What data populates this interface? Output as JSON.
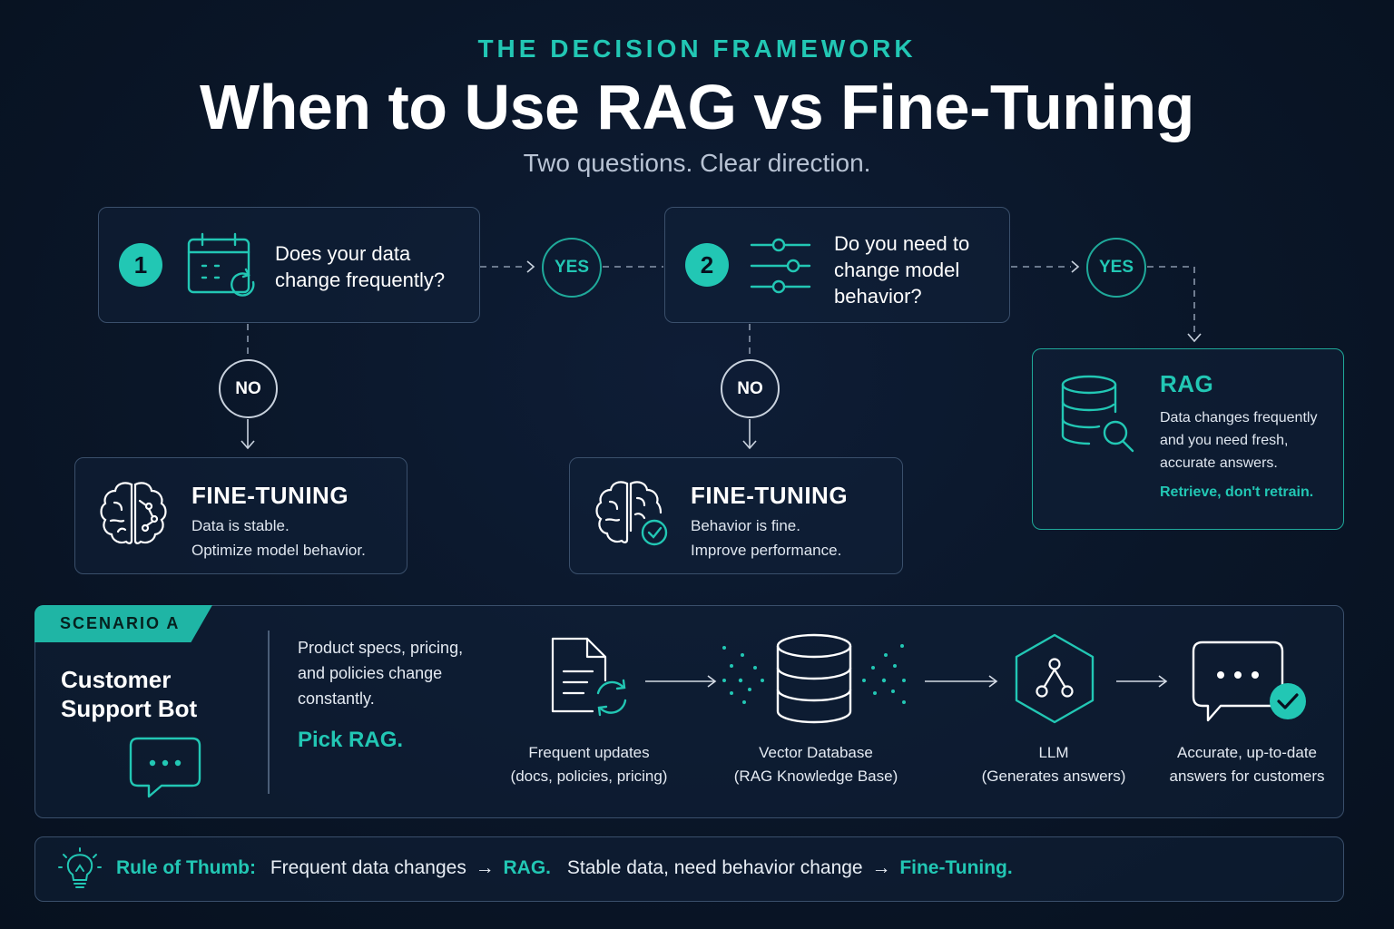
{
  "header": {
    "eyebrow": "THE DECISION FRAMEWORK",
    "title": "When to Use RAG vs Fine-Tuning",
    "subtitle": "Two questions. Clear direction."
  },
  "questions": [
    {
      "number": "1",
      "text_line1": "Does your data",
      "text_line2": "change frequently?",
      "icon": "calendar-refresh-icon"
    },
    {
      "number": "2",
      "text_line1": "Do you need to",
      "text_line2": "change model",
      "text_line3": "behavior?",
      "icon": "sliders-icon"
    }
  ],
  "connectors": {
    "yes": "YES",
    "no": "NO"
  },
  "results": {
    "fine_tuning_1": {
      "title": "FINE-TUNING",
      "line1": "Data is stable.",
      "line2": "Optimize model behavior.",
      "icon": "brain-icon"
    },
    "fine_tuning_2": {
      "title": "FINE-TUNING",
      "line1": "Behavior is fine.",
      "line2": "Improve performance.",
      "icon": "brain-check-icon"
    },
    "rag": {
      "title": "RAG",
      "line1": "Data changes frequently",
      "line2": "and you need fresh,",
      "line3": "accurate answers.",
      "tagline": "Retrieve, don't retrain.",
      "icon": "database-search-icon"
    }
  },
  "scenario": {
    "tag": "SCENARIO A",
    "title_line1": "Customer",
    "title_line2": "Support Bot",
    "desc_line1": "Product specs, pricing,",
    "desc_line2": "and policies change",
    "desc_line3": "constantly.",
    "pick": "Pick RAG.",
    "flow": [
      {
        "line1": "Frequent updates",
        "line2": "(docs, policies, pricing)",
        "icon": "document-refresh-icon"
      },
      {
        "line1": "Vector Database",
        "line2": "(RAG Knowledge Base)",
        "icon": "database-icon"
      },
      {
        "line1": "LLM",
        "line2": "(Generates answers)",
        "icon": "llm-hexagon-icon"
      },
      {
        "line1": "Accurate, up-to-date",
        "line2": "answers for customers",
        "icon": "chat-check-icon"
      }
    ]
  },
  "rule": {
    "label": "Rule of Thumb:",
    "part1": "Frequent data changes",
    "arrow": "→",
    "rag": "RAG.",
    "part2": "Stable data, need behavior change",
    "ft": "Fine-Tuning."
  },
  "colors": {
    "accent": "#22c7b4",
    "background": "#0a1628",
    "border": "#3a4f6b"
  }
}
